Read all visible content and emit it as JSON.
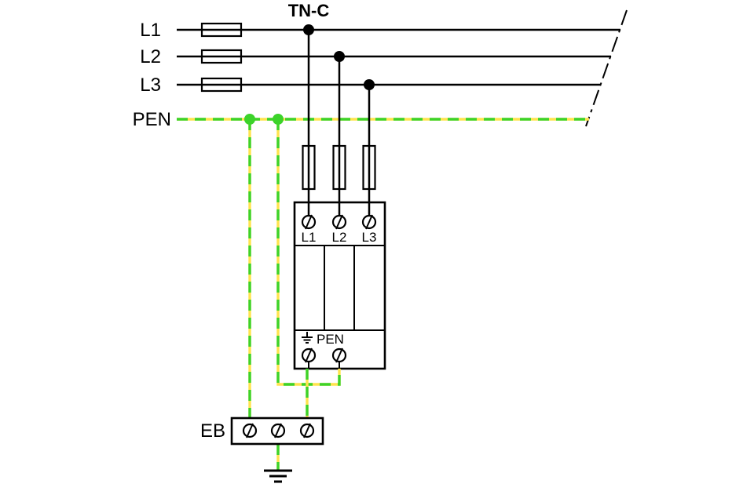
{
  "title": "TN-C",
  "buses": {
    "l1": "L1",
    "l2": "L2",
    "l3": "L3",
    "pen": "PEN"
  },
  "spd": {
    "terminals": [
      "L1",
      "L2",
      "L3"
    ],
    "pen_label": "PEN"
  },
  "eb_label": "EB",
  "colors": {
    "line": "#000000",
    "pen_green": "#3cd32a",
    "pen_yellow": "#ffe34d"
  }
}
